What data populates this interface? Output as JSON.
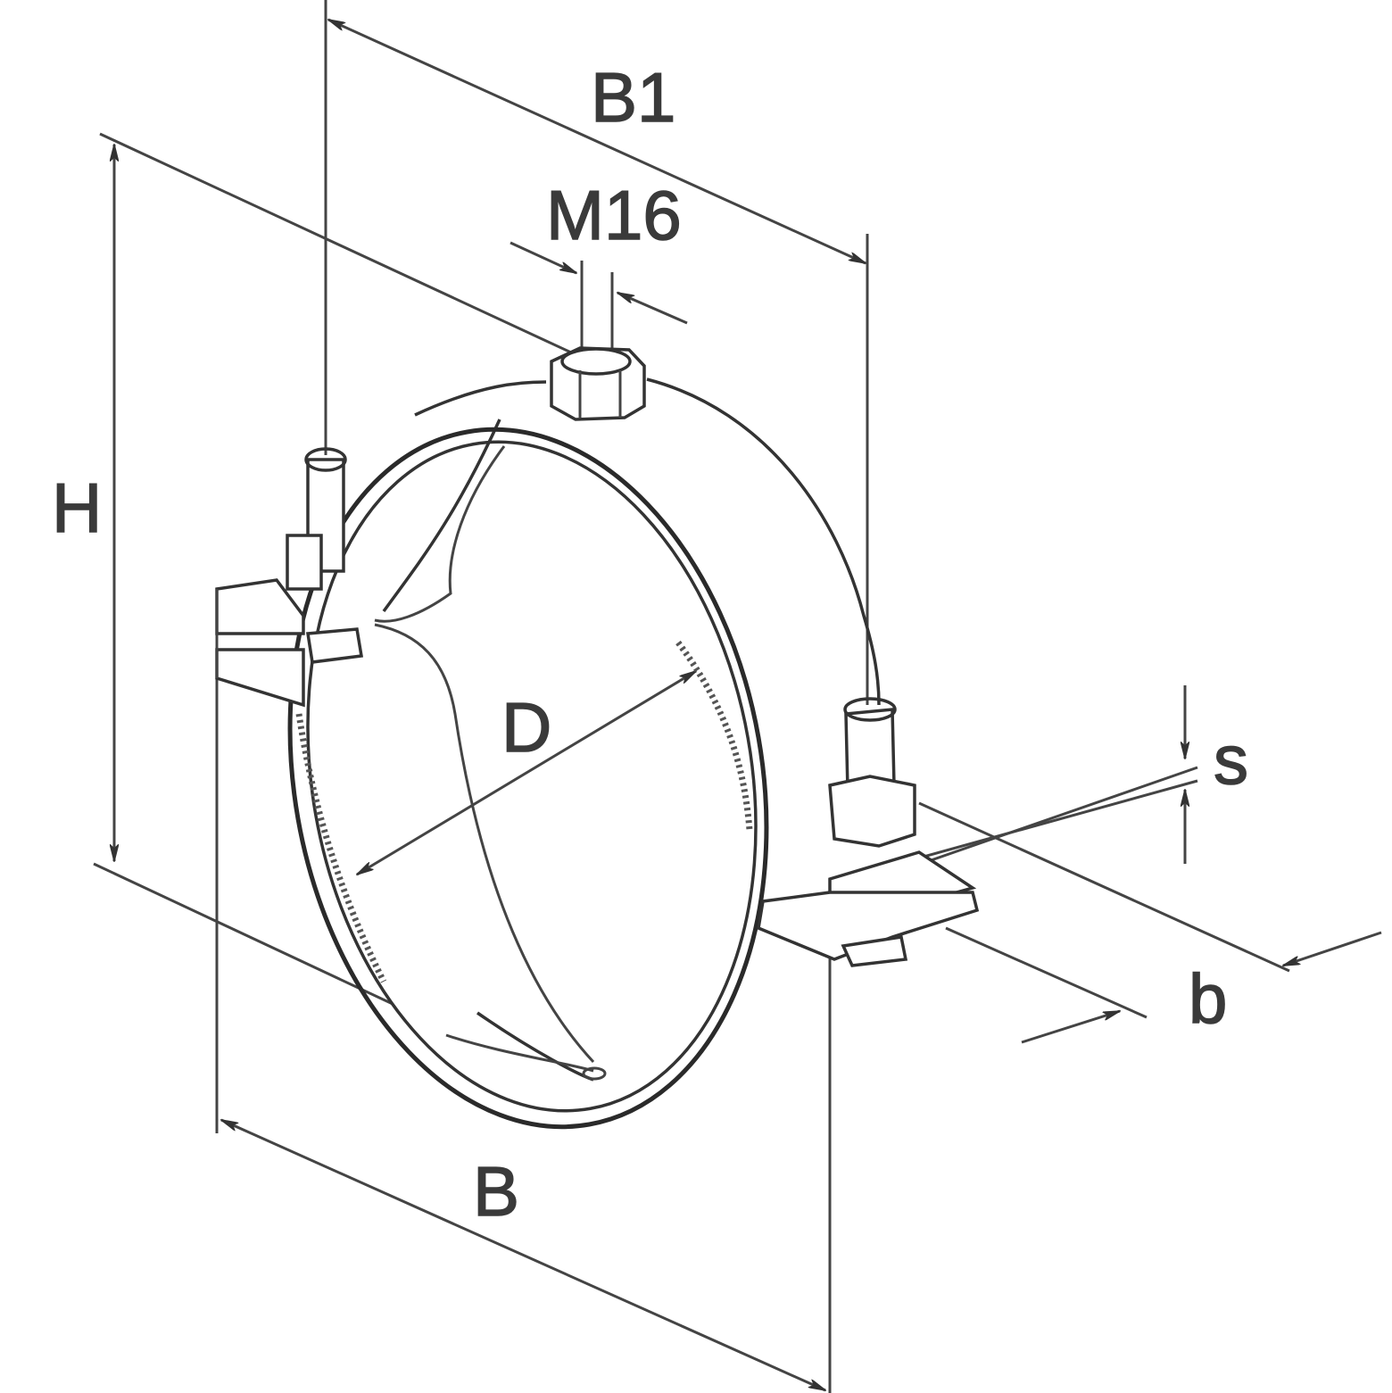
{
  "diagram": {
    "labels": {
      "B1": "B1",
      "M16": "M16",
      "H": "H",
      "D": "D",
      "s": "s",
      "b": "b",
      "B": "B"
    }
  }
}
